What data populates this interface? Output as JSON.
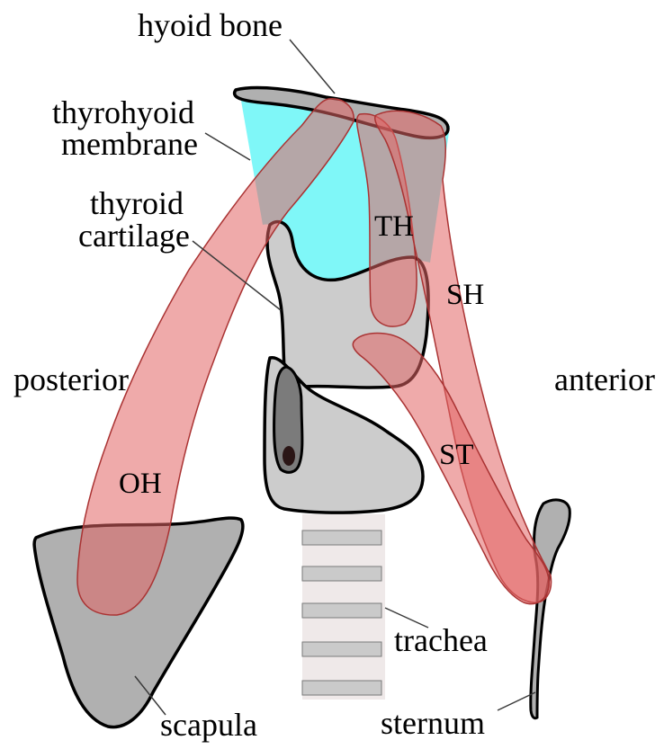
{
  "diagram": {
    "colors": {
      "membrane": "#7ff7f8",
      "bone": "#b0b0b0",
      "cartilage": "#cccccc",
      "muscle": "#e26464",
      "trachea_ring": "#c8c8c8",
      "trachea_bg": "#efe9e9"
    },
    "labels": {
      "hyoid_bone": "hyoid bone",
      "thyrohyoid_line1": "thyrohyoid",
      "thyrohyoid_line2": "membrane",
      "thyroid_line1": "thyroid",
      "thyroid_line2": "cartilage",
      "posterior": "posterior",
      "anterior": "anterior",
      "trachea": "trachea",
      "scapula": "scapula",
      "sternum": "sternum"
    },
    "muscles": {
      "th": "TH",
      "sh": "SH",
      "st": "ST",
      "oh": "OH"
    }
  }
}
